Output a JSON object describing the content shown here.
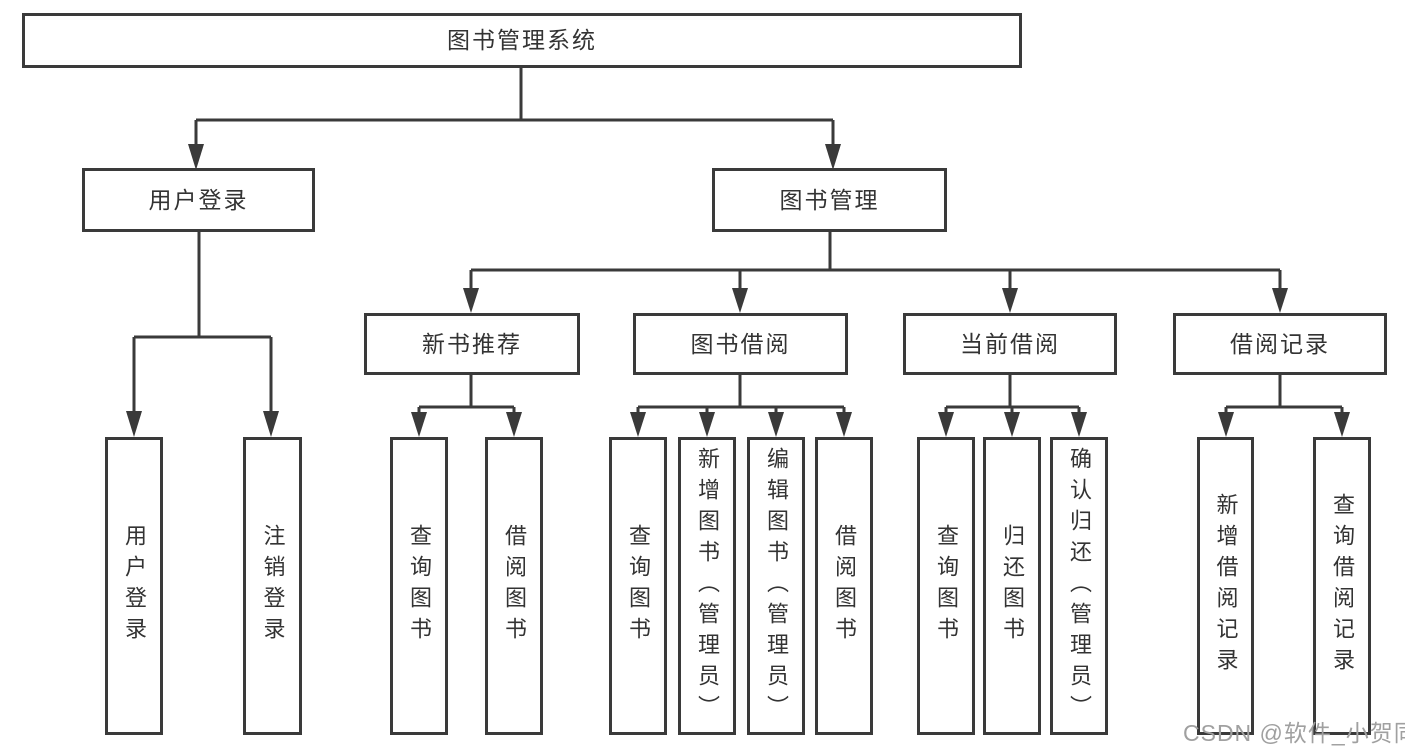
{
  "tree": {
    "label": "图书管理系统",
    "children": [
      {
        "label": "用户登录",
        "children": [
          {
            "label": "用户登录"
          },
          {
            "label": "注销登录"
          }
        ]
      },
      {
        "label": "图书管理",
        "children": [
          {
            "label": "新书推荐",
            "children": [
              {
                "label": "查询图书"
              },
              {
                "label": "借阅图书"
              }
            ]
          },
          {
            "label": "图书借阅",
            "children": [
              {
                "label": "查询图书"
              },
              {
                "label": "新增图书（管理员）"
              },
              {
                "label": "编辑图书（管理员）"
              },
              {
                "label": "借阅图书"
              }
            ]
          },
          {
            "label": "当前借阅",
            "children": [
              {
                "label": "查询图书"
              },
              {
                "label": "归还图书"
              },
              {
                "label": "确认归还（管理员）"
              }
            ]
          },
          {
            "label": "借阅记录",
            "children": [
              {
                "label": "新增借阅记录"
              },
              {
                "label": "查询借阅记录"
              }
            ]
          }
        ]
      }
    ]
  },
  "watermark": {
    "text": "CSDN @软件_小贺同学"
  },
  "colors": {
    "line": "#3a3a3a",
    "box_border": "#3a3a3a",
    "box_fill": "#ffffff",
    "text": "#333333",
    "watermark": "#a0a0a0"
  }
}
